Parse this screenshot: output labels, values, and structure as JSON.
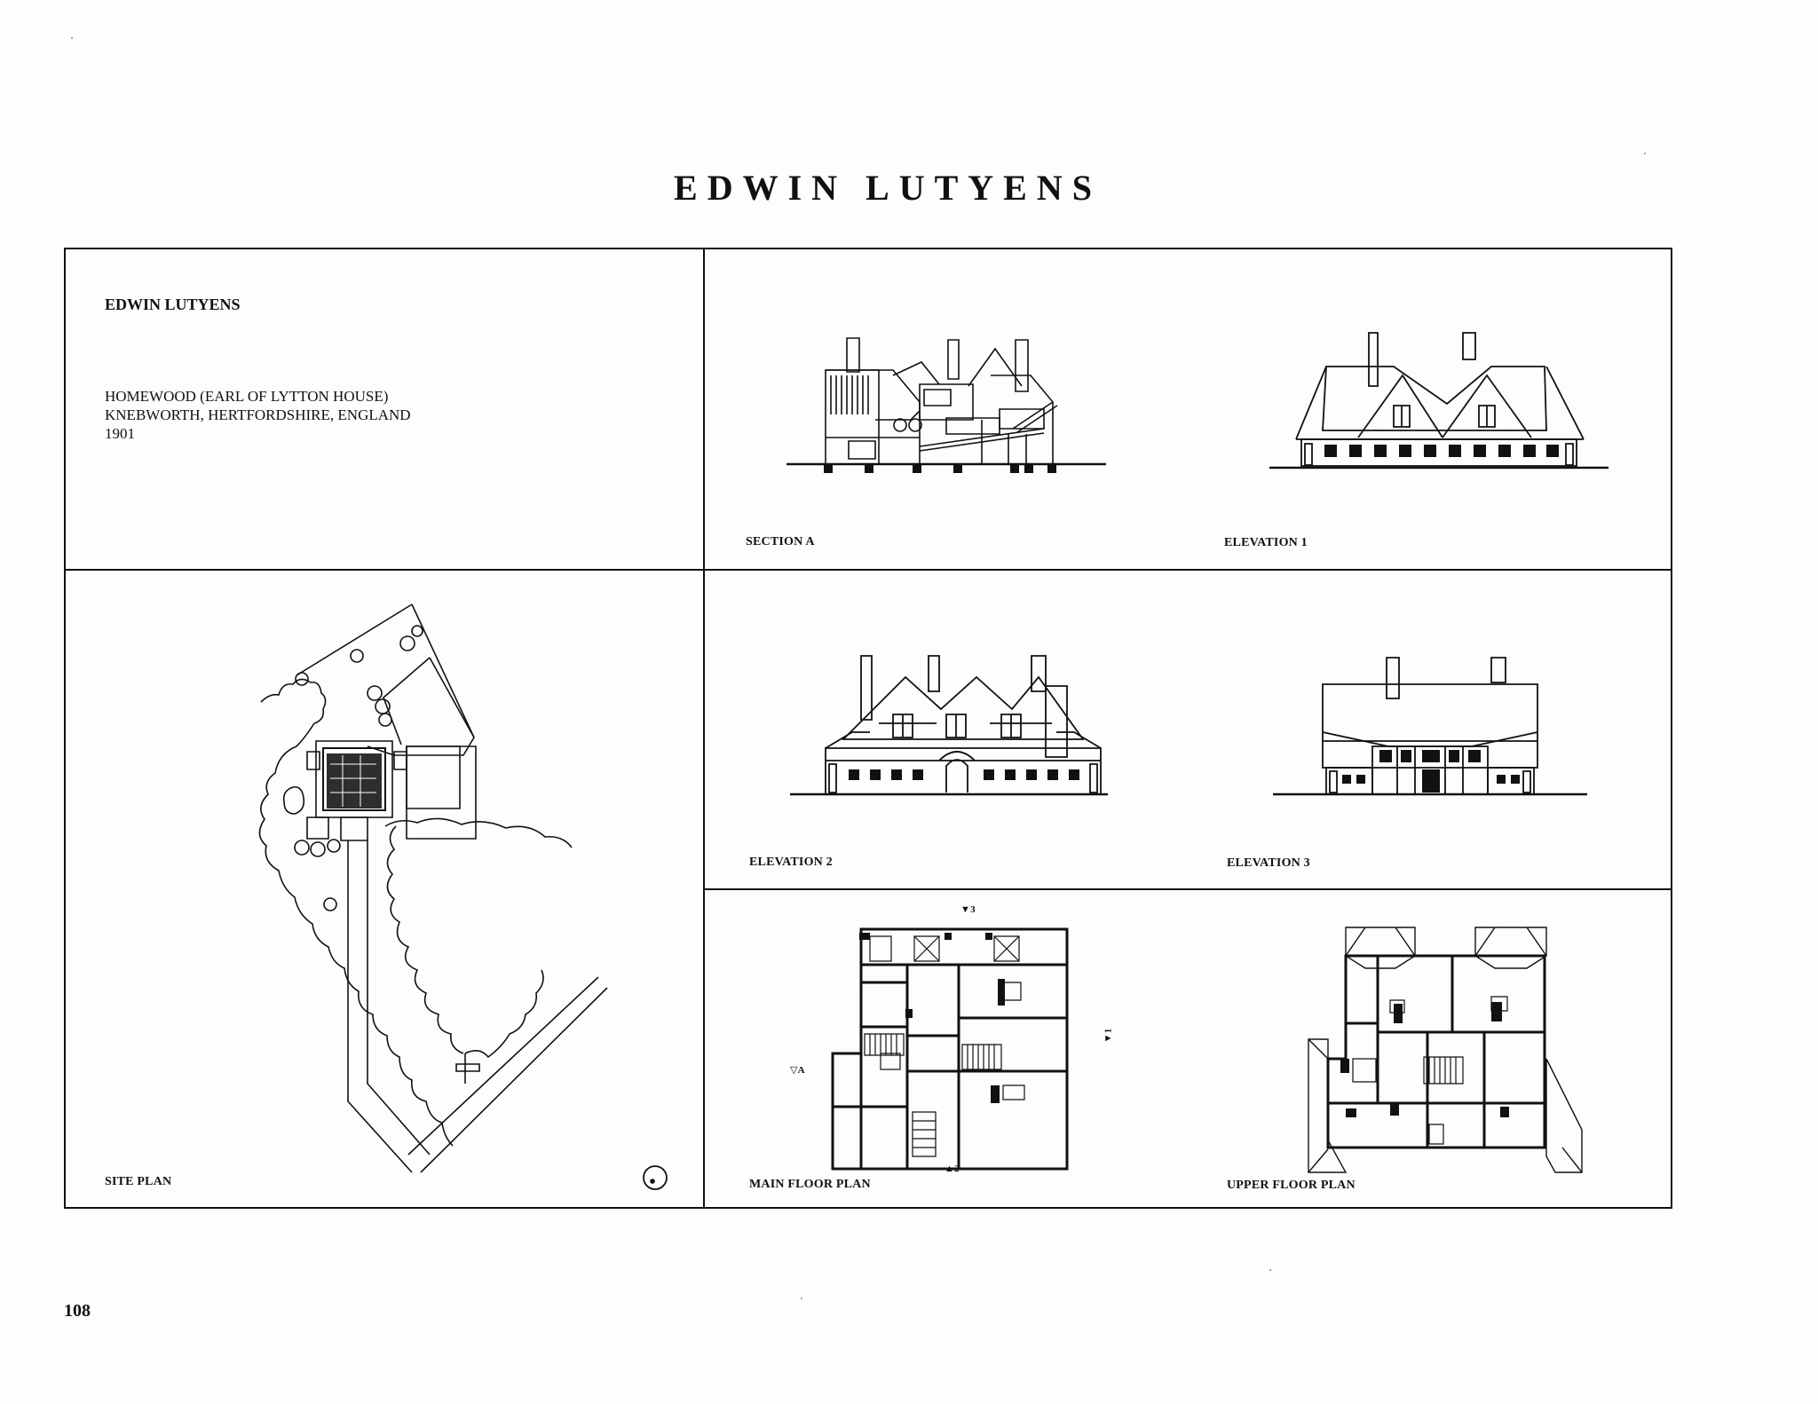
{
  "page": {
    "title": "EDWIN LUTYENS",
    "page_number": "108"
  },
  "info_panel": {
    "architect": "EDWIN LUTYENS",
    "project_name": "HOMEWOOD (EARL OF LYTTON HOUSE)",
    "location": "KNEBWORTH, HERTFORDSHIRE, ENGLAND",
    "year": "1901"
  },
  "drawings": {
    "section_a": "SECTION A",
    "elevation_1": "ELEVATION 1",
    "elevation_2": "ELEVATION 2",
    "elevation_3": "ELEVATION 3",
    "site_plan": "SITE PLAN",
    "main_floor_plan": "MAIN FLOOR PLAN",
    "upper_floor_plan": "UPPER FLOOR PLAN"
  },
  "plan_markers": {
    "marker_3": "3",
    "marker_2": "2",
    "marker_a": "A",
    "marker_1": "1"
  },
  "icons": {
    "north": "north-arrow-icon",
    "view_marker": "view-marker-icon"
  }
}
